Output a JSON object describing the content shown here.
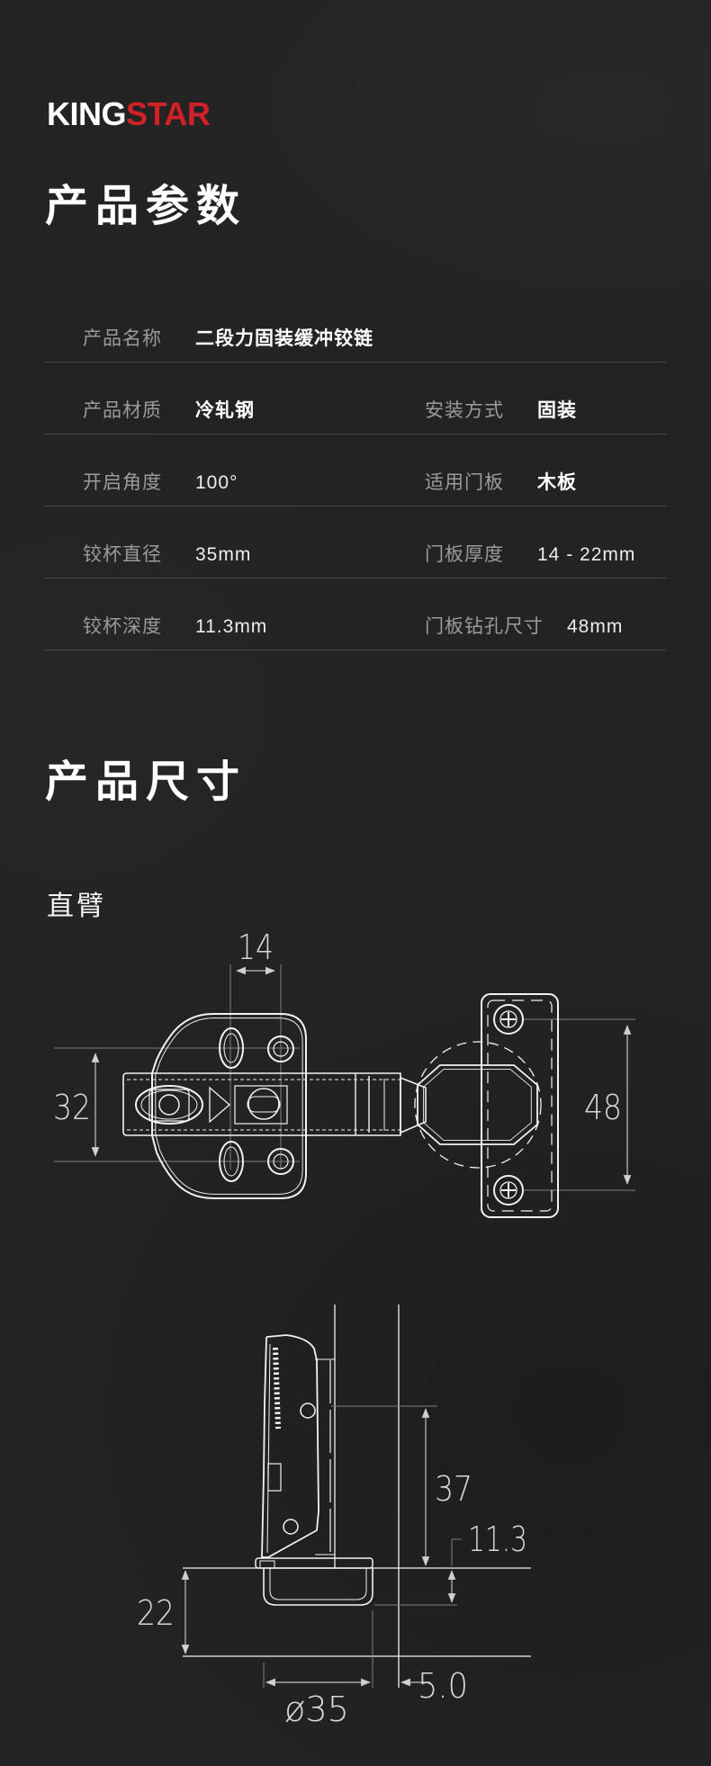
{
  "page": {
    "background": "#232323",
    "accent_red": "#cf2127",
    "divider_color": "#454545"
  },
  "logo": {
    "part1": "KING",
    "part2": "STAR"
  },
  "sections": {
    "params_title": "产品参数",
    "dims_title": "产品尺寸",
    "dims_subtitle": "直臂"
  },
  "spec_table": {
    "rows": [
      {
        "cells": [
          {
            "label": "产品名称",
            "value": "二段力固装缓冲铰链"
          }
        ]
      },
      {
        "cells": [
          {
            "label": "产品材质",
            "value": "冷轧钢"
          },
          {
            "label": "安装方式",
            "value": "固装"
          }
        ]
      },
      {
        "cells": [
          {
            "label": "开启角度",
            "value": "100°"
          },
          {
            "label": "适用门板",
            "value": "木板"
          }
        ]
      },
      {
        "cells": [
          {
            "label": "铰杯直径",
            "value": "35mm"
          },
          {
            "label": "门板厚度",
            "value": "14 - 22mm"
          }
        ]
      },
      {
        "cells": [
          {
            "label": "铰杯深度",
            "value": "11.3mm"
          },
          {
            "label": "门板钻孔尺寸",
            "value": "48mm"
          }
        ]
      }
    ]
  },
  "drawings": {
    "top_view": {
      "hole_spacing_mm": "14",
      "base_width_mm": "32",
      "plate_hole_spacing_mm": "48"
    },
    "side_view": {
      "arm_to_door_mm": "37",
      "cup_depth_mm": "11.3",
      "door_thickness_mm": "22",
      "cup_diameter": "ø35",
      "edge_distance_mm": "5.0"
    }
  }
}
